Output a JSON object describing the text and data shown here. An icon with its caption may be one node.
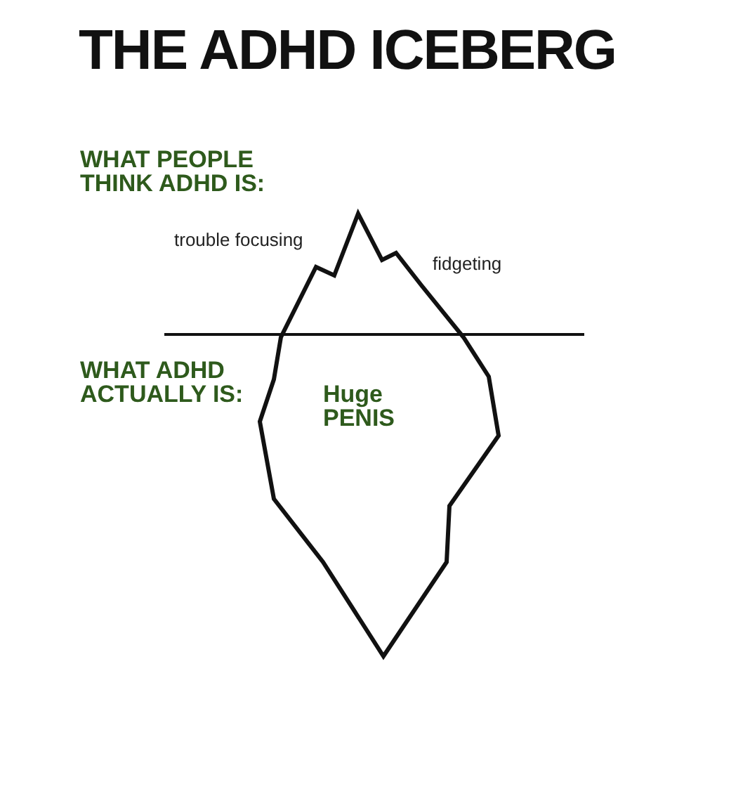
{
  "diagram": {
    "title": "THE ADHD ICEBERG",
    "labels": [
      "WHAT PEOPLE THINK ADHD IS:",
      "trouble focusing",
      "fidgeting",
      "WHAT ADHD ACTUALLY IS:",
      "Huge PENIS"
    ]
  }
}
